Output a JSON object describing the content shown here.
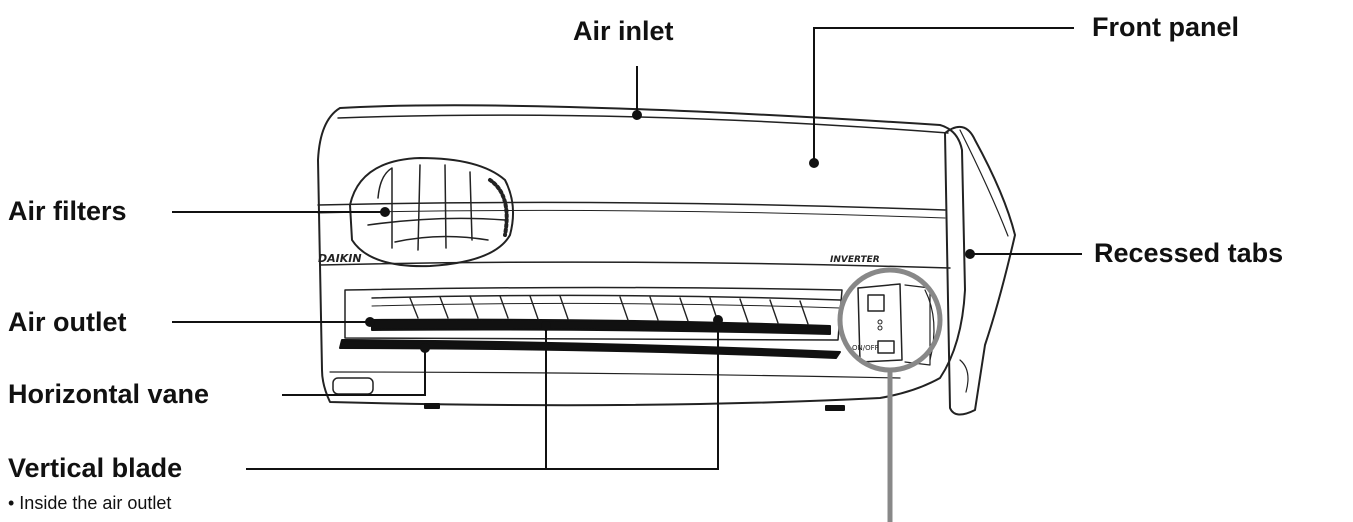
{
  "labels": {
    "air_inlet": "Air inlet",
    "front_panel": "Front panel",
    "air_filters": "Air filters",
    "recessed_tabs": "Recessed tabs",
    "air_outlet": "Air outlet",
    "horizontal_vane": "Horizontal vane",
    "vertical_blade": "Vertical blade",
    "vertical_blade_note": "• Inside the air outlet"
  },
  "unit": {
    "brand_text": "DAIKIN",
    "badge_text": "INVERTER",
    "on_off_label": "ON/OFF"
  },
  "colors": {
    "line": "#111111",
    "callout_circle": "#888888",
    "background": "#ffffff"
  }
}
